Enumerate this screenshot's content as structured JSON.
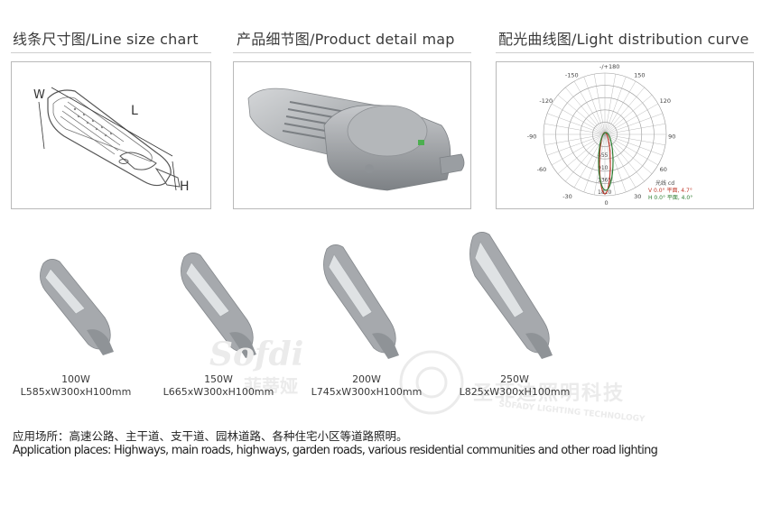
{
  "sections": {
    "line_size": {
      "title": "线条尺寸图/Line size chart",
      "dim_w": "W",
      "dim_l": "L",
      "dim_h": "H"
    },
    "product_detail": {
      "title": "产品细节图/Product detail map"
    },
    "light_distribution": {
      "title": "配光曲线图/Light distribution curve",
      "angle_labels": [
        "-/+180",
        "-150",
        "150",
        "-120",
        "120",
        "-90",
        "90",
        "-60",
        "60",
        "-30",
        "30",
        "0"
      ],
      "radial_labels": [
        "1820",
        "1365",
        "910",
        "455"
      ],
      "legend_title": "光线 cd",
      "legend_v": "V 0.0°  平面, 4.7°",
      "legend_h": "H 0.0°  平面, 4.0°",
      "colors": {
        "v_curve": "#c0392b",
        "h_curve": "#2e7d32"
      }
    }
  },
  "products": [
    {
      "power": "100W",
      "size": "L585xW300xH100mm"
    },
    {
      "power": "150W",
      "size": "L665xW300xH100mm"
    },
    {
      "power": "200W",
      "size": "L745xW300xH100mm"
    },
    {
      "power": "250W",
      "size": "L825xW300xH100mm"
    }
  ],
  "watermark": {
    "brand": "Sofdi",
    "cn_brand": "菲蒂娅",
    "cn_company": "圣菲迪照明科技",
    "en_company": "SOFADY LIGHTING TECHNOLOGY"
  },
  "application": {
    "cn": "应用场所：高速公路、主干道、支干道、园林道路、各种住宅小区等道路照明。",
    "en": "Application places: Highways, main roads, highways, garden roads, various residential communities and other road lighting"
  }
}
